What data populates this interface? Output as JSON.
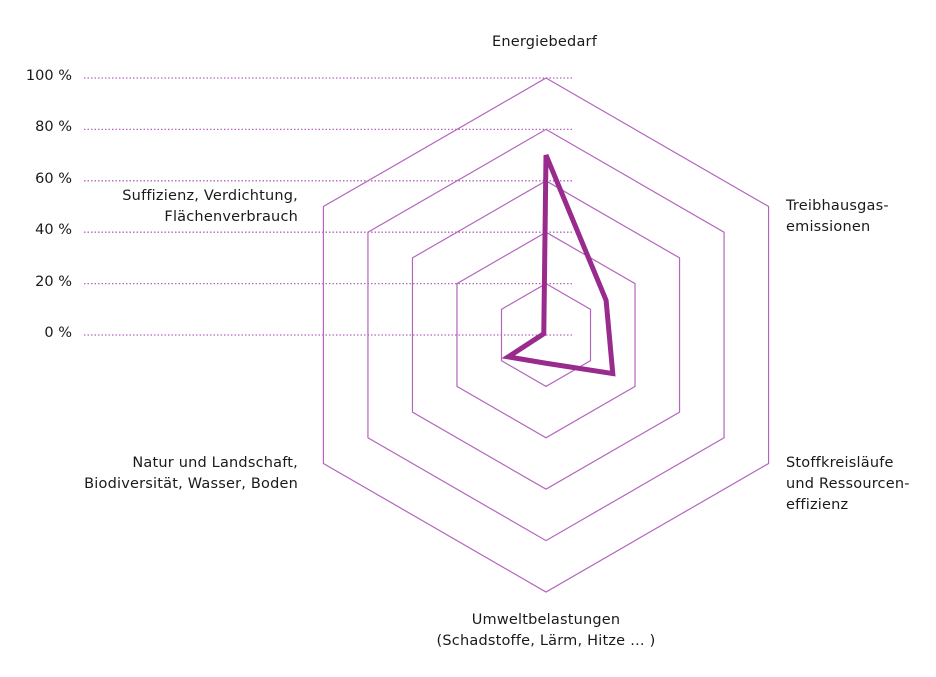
{
  "chart_data": {
    "type": "radar",
    "title": "",
    "axes": [
      "Energiebedarf",
      "Treibhausgas-\nemissionen",
      "Stoffkreisläufe\nund Ressourcen-\neffizienz",
      "Umweltbelastungen\n(Schadstoffe, Lärm, Hitze … )",
      "Natur und Landschaft,\nBiodiversität, Wasser, Boden",
      "Suffizienz, Verdichtung,\nFlächenverbrauch"
    ],
    "ticks": [
      "0 %",
      "20 %",
      "40 %",
      "60 %",
      "80 %",
      "100 %"
    ],
    "tick_values": [
      0,
      20,
      40,
      60,
      80,
      100
    ],
    "range": [
      0,
      100
    ],
    "series": [
      {
        "name": "",
        "values": [
          70,
          27,
          30,
          11,
          17,
          1
        ]
      }
    ],
    "colors": {
      "grid": "#b565be",
      "series": "#982b8c"
    }
  }
}
